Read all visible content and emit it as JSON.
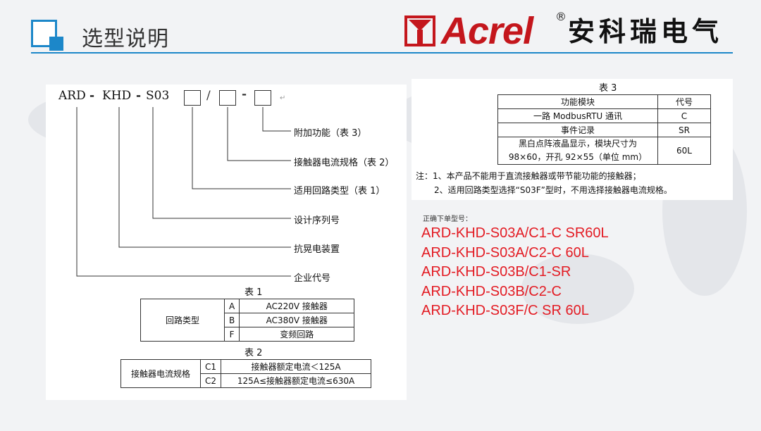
{
  "header": {
    "title": "选型说明",
    "brand_name": "Acrel",
    "brand_reg": "®",
    "brand_cn": "安科瑞电气",
    "colors": {
      "accent": "#1c87c9",
      "brand": "#c4161c"
    }
  },
  "model": {
    "parts": [
      "ARD",
      "-",
      "KHD",
      "-",
      "S03"
    ],
    "slash": "/",
    "dash": "-",
    "para_mark": "↵"
  },
  "tree_labels": [
    "附加功能（表 3）",
    "接触器电流规格（表 2）",
    "适用回路类型（表 1）",
    "设计序列号",
    "抗晃电装置",
    "企业代号"
  ],
  "table1": {
    "caption": "表 1",
    "row_header": "回路类型",
    "rows": [
      {
        "code": "A",
        "desc": "AC220V 接触器"
      },
      {
        "code": "B",
        "desc": "AC380V 接触器"
      },
      {
        "code": "F",
        "desc": "变频回路"
      }
    ]
  },
  "table2": {
    "caption": "表 2",
    "row_header": "接触器电流规格",
    "rows": [
      {
        "code": "C1",
        "desc": "接触器额定电流＜125A"
      },
      {
        "code": "C2",
        "desc": "125A≤接触器额定电流≤630A"
      }
    ]
  },
  "table3": {
    "caption": "表 3",
    "headers": [
      "功能模块",
      "代号"
    ],
    "rows": [
      {
        "desc": "一路 ModbusRTU 通讯",
        "code": "C"
      },
      {
        "desc": "事件记录",
        "code": "SR"
      },
      {
        "desc": "黑白点阵液晶显示，模块尺寸为",
        "desc2": "98×60，开孔 92×55（单位 mm）",
        "code": "60L"
      }
    ]
  },
  "notes": [
    "注：1、本产品不能用于直流接触器或带节能功能的接触器；",
    "2、适用回路类型选择“S03F”型时，不用选择接触器电流规格。"
  ],
  "order": {
    "caption": "正确下单型号：",
    "items": [
      "ARD-KHD-S03A/C1-C SR60L",
      "ARD-KHD-S03A/C2-C 60L",
      "ARD-KHD-S03B/C1-SR",
      "ARD-KHD-S03B/C2-C",
      "ARD-KHD-S03F/C SR 60L"
    ]
  }
}
